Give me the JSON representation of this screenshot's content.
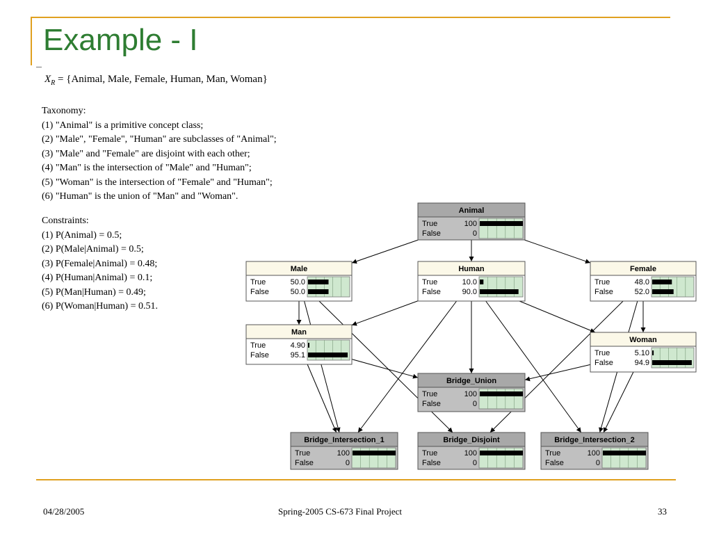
{
  "slide": {
    "title": "Example - I",
    "formula": {
      "lhs_var": "X",
      "lhs_sub": "R",
      "rhs": "= {Animal, Male, Female, Human, Man, Woman}"
    },
    "taxonomy": {
      "heading": "Taxonomy:",
      "items": [
        "(1) \"Animal\" is a primitive concept class;",
        "(2) \"Male\", \"Female\", \"Human\" are subclasses of \"Animal\";",
        "(3) \"Male\" and \"Female\" are disjoint with each other;",
        "(4) \"Man\" is the intersection of \"Male\" and \"Human\";",
        "(5) \"Woman\" is the intersection of \"Female\" and \"Human\";",
        "(6) \"Human\" is the union of \"Man\" and \"Woman\"."
      ]
    },
    "constraints": {
      "heading": "Constraints:",
      "items": [
        "(1) P(Animal) = 0.5;",
        "(2) P(Male|Animal) = 0.5;",
        "(3) P(Female|Animal) = 0.48;",
        "(4) P(Human|Animal) = 0.1;",
        "(5) P(Man|Human) = 0.49;",
        "(6) P(Woman|Human) = 0.51."
      ]
    },
    "footer": {
      "date": "04/28/2005",
      "course": "Spring-2005 CS-673 Final Project",
      "page": "33"
    }
  },
  "network": {
    "colors": {
      "evidence_header": "#a8a8a8",
      "normal_header": "#fbf8e8",
      "evidence_body": "#c0c0c0",
      "normal_body": "#ffffff",
      "chart_bg": "#cfe8cf",
      "bar": "#000000",
      "edge": "#000000"
    },
    "nodes": [
      {
        "id": "Animal",
        "title": "Animal",
        "evidence": true,
        "states": [
          {
            "label": "True",
            "value": "100",
            "fraction": 1.0
          },
          {
            "label": "False",
            "value": "0",
            "fraction": 0.0
          }
        ]
      },
      {
        "id": "Male",
        "title": "Male",
        "evidence": false,
        "states": [
          {
            "label": "True",
            "value": "50.0",
            "fraction": 0.5
          },
          {
            "label": "False",
            "value": "50.0",
            "fraction": 0.5
          }
        ]
      },
      {
        "id": "Human",
        "title": "Human",
        "evidence": false,
        "states": [
          {
            "label": "True",
            "value": "10.0",
            "fraction": 0.1
          },
          {
            "label": "False",
            "value": "90.0",
            "fraction": 0.9
          }
        ]
      },
      {
        "id": "Female",
        "title": "Female",
        "evidence": false,
        "states": [
          {
            "label": "True",
            "value": "48.0",
            "fraction": 0.48
          },
          {
            "label": "False",
            "value": "52.0",
            "fraction": 0.52
          }
        ]
      },
      {
        "id": "Man",
        "title": "Man",
        "evidence": false,
        "states": [
          {
            "label": "True",
            "value": "4.90",
            "fraction": 0.049
          },
          {
            "label": "False",
            "value": "95.1",
            "fraction": 0.951
          }
        ]
      },
      {
        "id": "Woman",
        "title": "Woman",
        "evidence": false,
        "states": [
          {
            "label": "True",
            "value": "5.10",
            "fraction": 0.051
          },
          {
            "label": "False",
            "value": "94.9",
            "fraction": 0.949
          }
        ]
      },
      {
        "id": "Bridge_Union",
        "title": "Bridge_Union",
        "evidence": true,
        "states": [
          {
            "label": "True",
            "value": "100",
            "fraction": 1.0
          },
          {
            "label": "False",
            "value": "0",
            "fraction": 0.0
          }
        ]
      },
      {
        "id": "Bridge_Intersection_1",
        "title": "Bridge_Intersection_1",
        "evidence": true,
        "states": [
          {
            "label": "True",
            "value": "100",
            "fraction": 1.0
          },
          {
            "label": "False",
            "value": "0",
            "fraction": 0.0
          }
        ]
      },
      {
        "id": "Bridge_Disjoint",
        "title": "Bridge_Disjoint",
        "evidence": true,
        "states": [
          {
            "label": "True",
            "value": "100",
            "fraction": 1.0
          },
          {
            "label": "False",
            "value": "0",
            "fraction": 0.0
          }
        ]
      },
      {
        "id": "Bridge_Intersection_2",
        "title": "Bridge_Intersection_2",
        "evidence": true,
        "states": [
          {
            "label": "True",
            "value": "100",
            "fraction": 1.0
          },
          {
            "label": "False",
            "value": "0",
            "fraction": 0.0
          }
        ]
      }
    ],
    "edges": [
      {
        "from": "Animal",
        "to": "Male"
      },
      {
        "from": "Animal",
        "to": "Human"
      },
      {
        "from": "Animal",
        "to": "Female"
      },
      {
        "from": "Male",
        "to": "Man"
      },
      {
        "from": "Human",
        "to": "Man"
      },
      {
        "from": "Human",
        "to": "Woman"
      },
      {
        "from": "Female",
        "to": "Woman"
      },
      {
        "from": "Human",
        "to": "Bridge_Union"
      },
      {
        "from": "Man",
        "to": "Bridge_Union"
      },
      {
        "from": "Woman",
        "to": "Bridge_Union"
      },
      {
        "from": "Man",
        "to": "Bridge_Intersection_1"
      },
      {
        "from": "Male",
        "to": "Bridge_Intersection_1"
      },
      {
        "from": "Human",
        "to": "Bridge_Intersection_1"
      },
      {
        "from": "Male",
        "to": "Bridge_Disjoint"
      },
      {
        "from": "Female",
        "to": "Bridge_Disjoint"
      },
      {
        "from": "Woman",
        "to": "Bridge_Intersection_2"
      },
      {
        "from": "Female",
        "to": "Bridge_Intersection_2"
      },
      {
        "from": "Human",
        "to": "Bridge_Intersection_2"
      }
    ]
  }
}
